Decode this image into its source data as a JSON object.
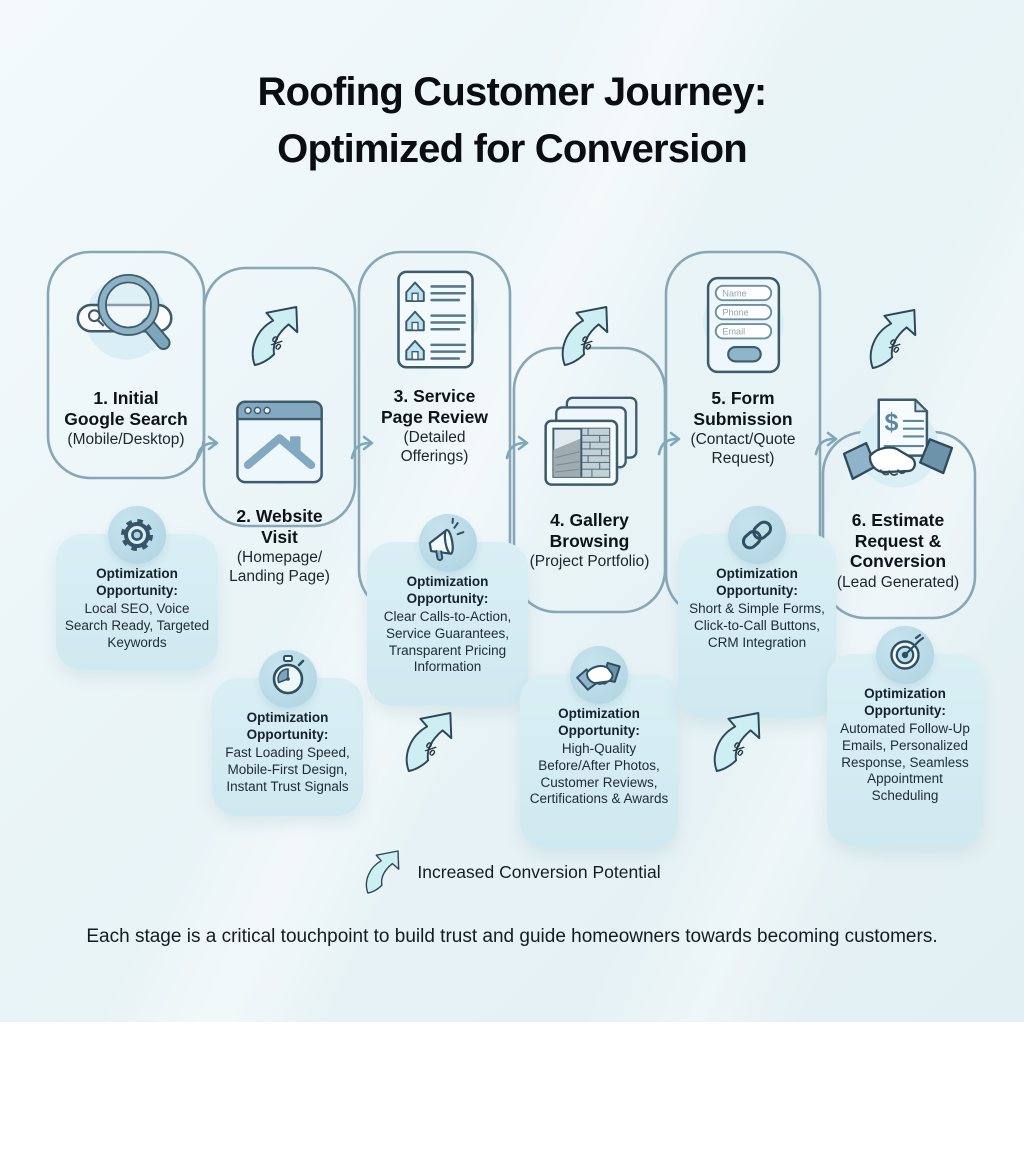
{
  "title": {
    "line1": "Roofing Customer Journey:",
    "line2": "Optimized for Conversion"
  },
  "stages": [
    {
      "icon": "search-bar-magnifier",
      "title": "1. Initial\nGoogle Search",
      "subtitle": "(Mobile/Desktop)"
    },
    {
      "icon": "browser-roof",
      "title": "2. Website\nVisit",
      "subtitle": "(Homepage/\nLanding Page)"
    },
    {
      "icon": "service-checklist",
      "title": "3. Service\nPage Review",
      "subtitle": "(Detailed\nOfferings)"
    },
    {
      "icon": "photo-gallery",
      "title": "4. Gallery\nBrowsing",
      "subtitle": "(Project Portfolio)"
    },
    {
      "icon": "contact-form",
      "title": "5. Form\nSubmission",
      "subtitle": "(Contact/Quote\nRequest)",
      "form_fields": [
        "Name",
        "Phone",
        "Email"
      ]
    },
    {
      "icon": "estimate-handshake",
      "title": "6. Estimate\nRequest &\nConversion",
      "subtitle": "(Lead Generated)",
      "dollar_sign": "$"
    }
  ],
  "optimizations": [
    {
      "icon": "gear",
      "heading": "Optimization Opportunity:",
      "items": "Local SEO, Voice Search Ready, Targeted Keywords"
    },
    {
      "icon": "stopwatch",
      "heading": "Optimization Opportunity:",
      "items": "Fast Loading Speed, Mobile-First Design, Instant Trust Signals"
    },
    {
      "icon": "megaphone",
      "heading": "Optimization Opportunity:",
      "items": "Clear Calls-to-Action, Service Guarantees, Transparent Pricing Information"
    },
    {
      "icon": "handshake",
      "heading": "Optimization Opportunity:",
      "items": "High-Quality Before/After Photos, Customer Reviews, Certifications & Awards"
    },
    {
      "icon": "chain-link",
      "heading": "Optimization Opportunity:",
      "items": "Short & Simple Forms, Click-to-Call Buttons, CRM Integration"
    },
    {
      "icon": "target",
      "heading": "Optimization Opportunity:",
      "items": "Automated Follow-Up Emails, Personalized Response, Seamless Appointment Scheduling"
    }
  ],
  "conversion_arrow": {
    "percent": "%"
  },
  "legend": {
    "label": "Increased Conversion Potential"
  },
  "footer": "Each stage is a critical touchpoint to build trust and guide homeowners towards becoming customers.",
  "colors": {
    "background": "#e9f4f7",
    "stage_outline": "#87a7b6",
    "optimization_box": "#d5ecf2",
    "icon_accent": "#82a9c0",
    "arrow_fill": "#cdeef3",
    "text": "#10181d"
  }
}
